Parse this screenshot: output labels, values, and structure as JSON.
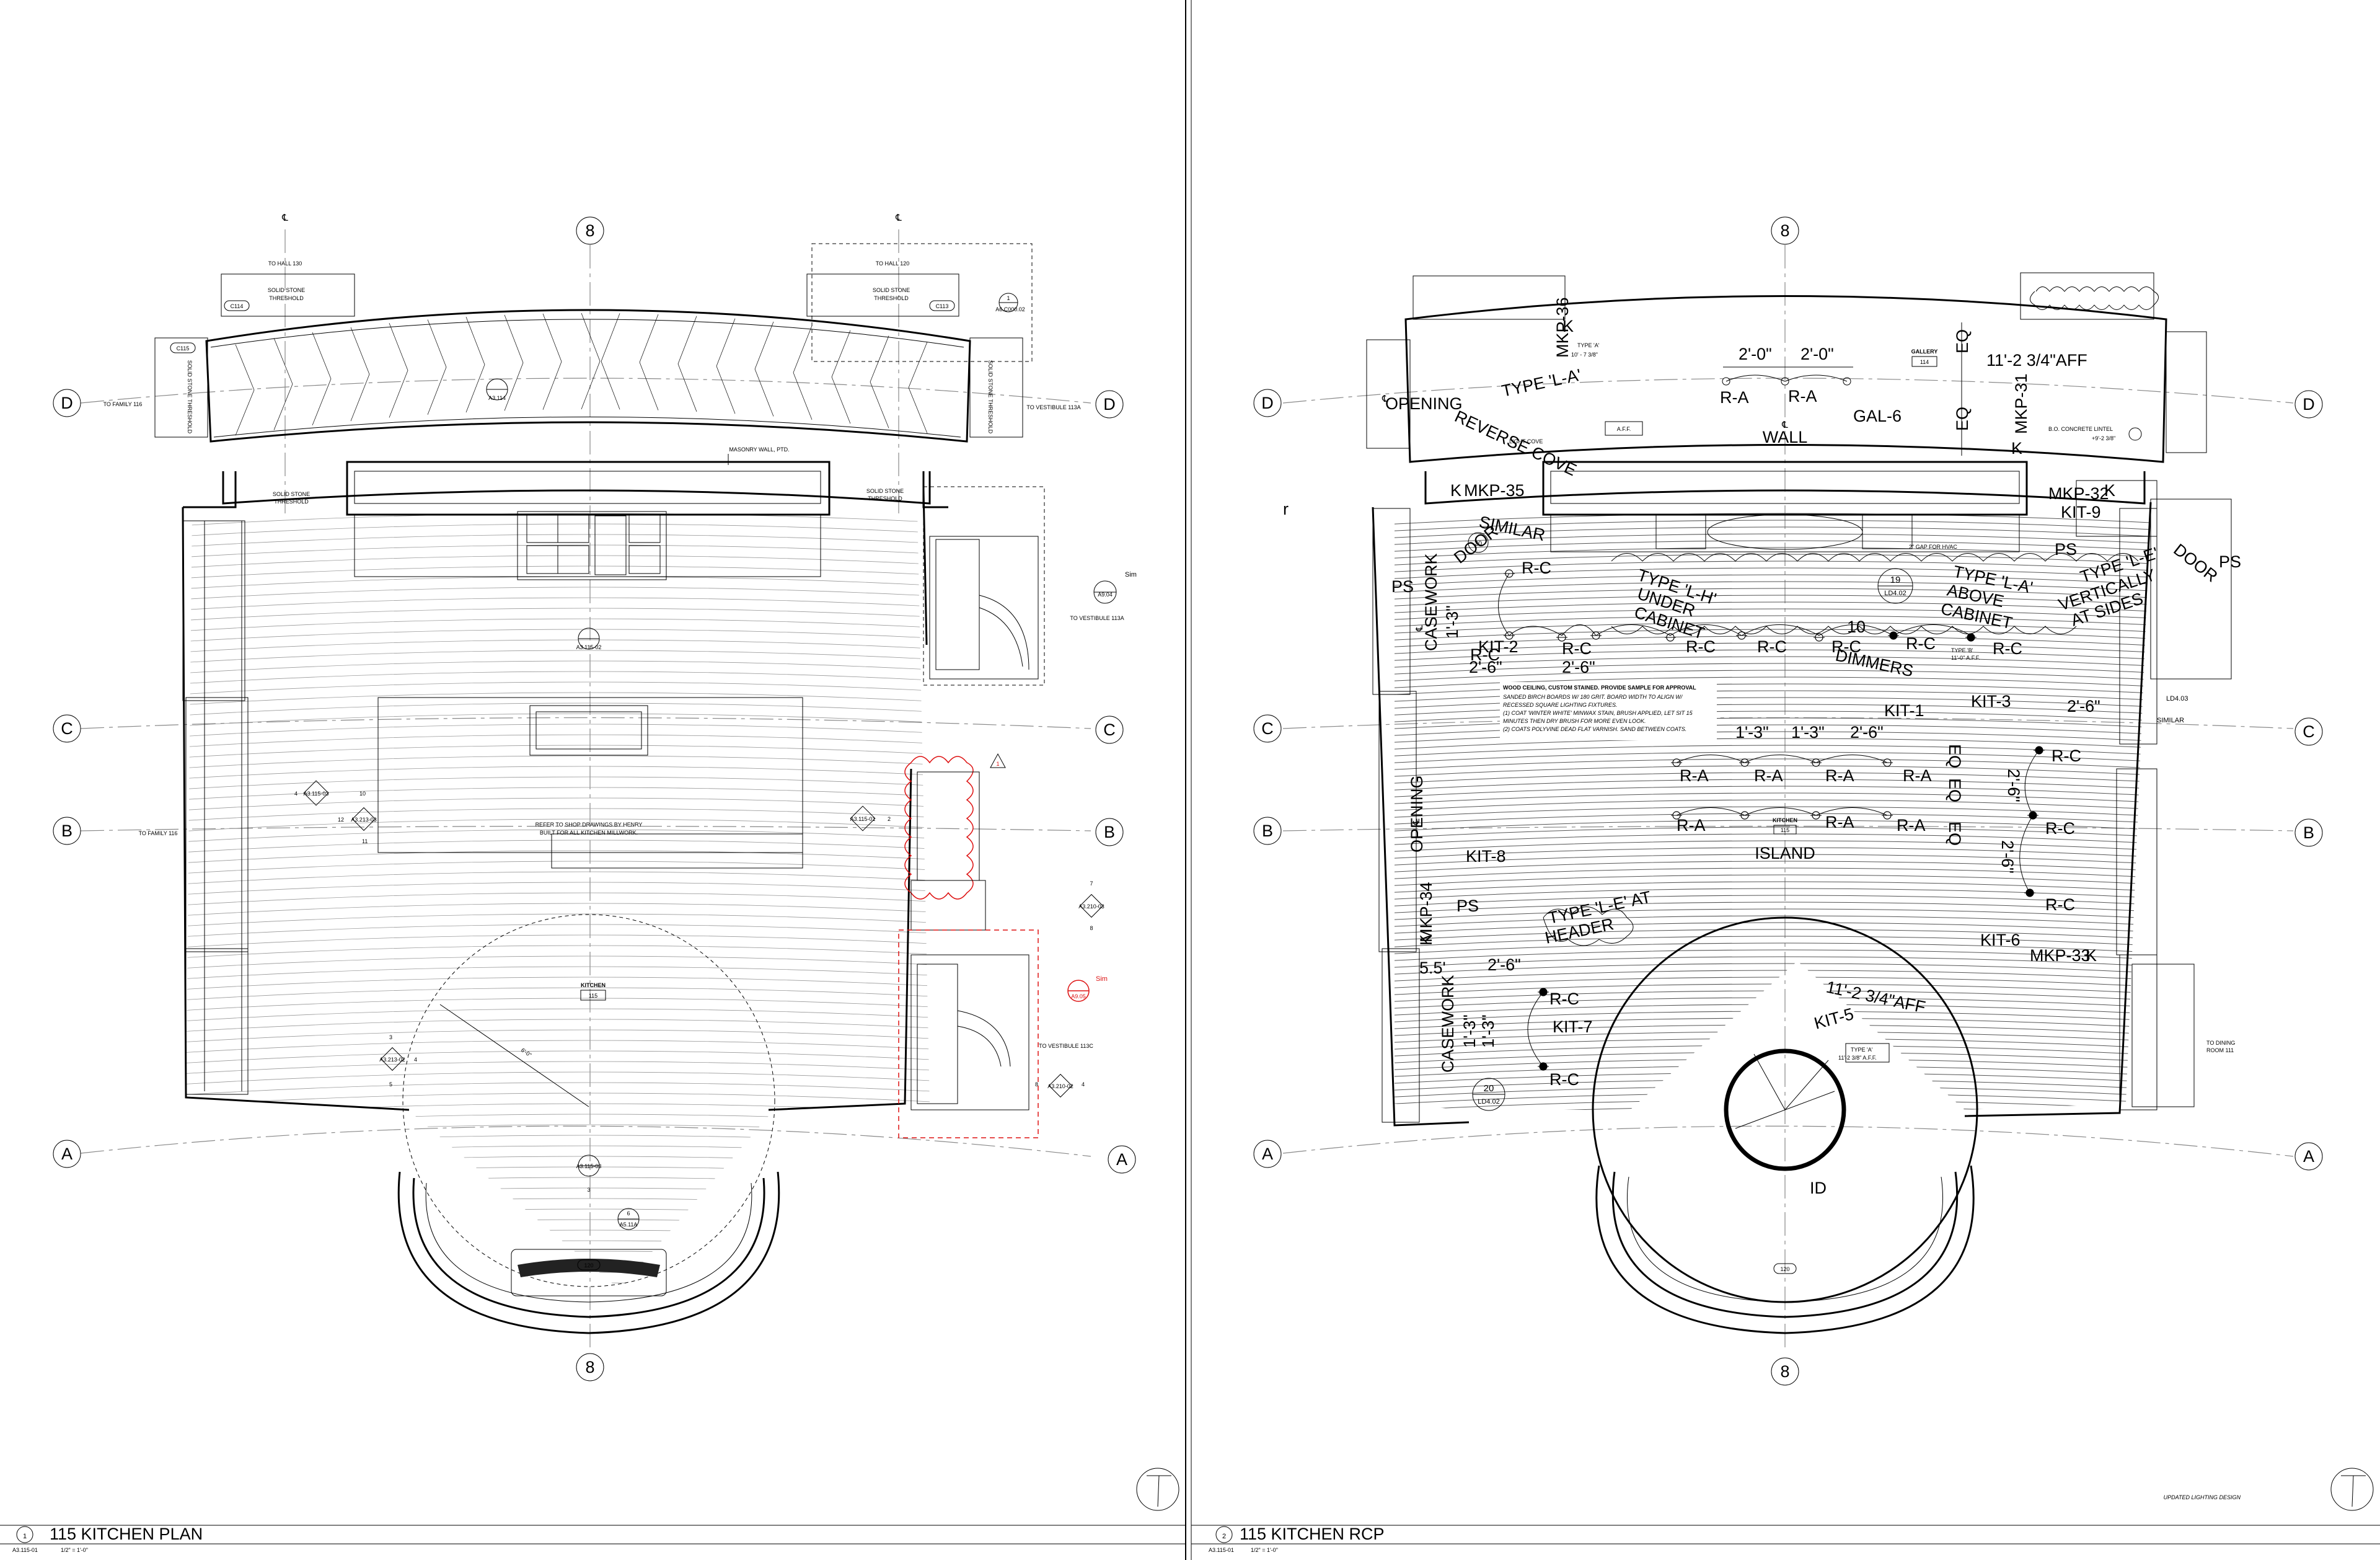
{
  "sheets": [
    {
      "number": "1",
      "title": "115 KITCHEN PLAN",
      "ref": "A3.115-01",
      "scale": "1/2\" = 1'-0\""
    },
    {
      "number": "2",
      "title": "115 KITCHEN RCP",
      "ref": "A3.115-01",
      "scale": "1/2\" = 1'-0\""
    }
  ],
  "grid_labels": {
    "eight": "8",
    "d": "D",
    "c": "C",
    "b": "B",
    "a": "A"
  },
  "plan": {
    "cl": "℄",
    "to_hall_130": "TO HALL 130",
    "to_hall_120": "TO HALL 120",
    "solid_stone": "SOLID STONE",
    "threshold": "THRESHOLD",
    "tag_c114": "C114",
    "tag_c113": "C113",
    "tag_c115": "C115",
    "to_family_116": "TO FAMILY 116",
    "to_vestibule_113a": "TO VESTIBULE 113A",
    "to_vestibule_113c": "TO VESTIBULE 113C",
    "solid_stone_threshold": "SOLID STONE THRESHOLD",
    "masonry_wall": "MASONRY WALL, PTD.",
    "ref_a3114": "A3.114",
    "ref_a3115_02": "A3.115-02",
    "ref_a3115_03": "A3.115-03",
    "ref_a3213_03": "A3.213-03",
    "ref_a3213_02": "A3.213-02",
    "ref_a3210_03": "A3.210-03",
    "ref_a3210_02": "A3.210-02",
    "ref_a3115_01": "A3.115-01",
    "ref_a904": "A9.04",
    "ref_a905": "A9.05",
    "ref_a511a": "A5.11A",
    "ref_a6c00002": "A6.C000.02",
    "sim": "Sim",
    "n1": "1",
    "n2": "2",
    "n3": "3",
    "n4": "4",
    "n5": "5",
    "n6": "6",
    "n7": "7",
    "n8": "8",
    "n10": "10",
    "n11": "11",
    "n12": "12",
    "delta": "1",
    "note_shop_1": "REFER TO SHOP DRAWINGS BY HENRY",
    "note_shop_2": "BUILT FOR ALL KITCHEN MILLWORK.",
    "kitchen": "KITCHEN",
    "room_115": "115",
    "room_120": "120",
    "dim_radius": "6'-0\""
  },
  "rcp": {
    "opening": "OPENING",
    "type_la_reverse_1": "TYPE 'L-A'",
    "type_la_reverse_2": "REVERSE COVE",
    "light_cove": "LIGHT COVE",
    "aff": "A.F.F.",
    "type_a_small": "TYPE 'A'",
    "type_a_height": "10' - 7 3/8\"",
    "mkp36": "MKP-36",
    "mkp35": "MKP-35",
    "mkp34": "MKP-34",
    "mkp33": "MKP-33",
    "mkp32": "MKP-32",
    "mkp31": "MKP-31",
    "similar": "SIMILAR",
    "k": "K",
    "gallery": "GALLERY",
    "room_114": "114",
    "height_1": "11'-2 3/4\"AFF",
    "height_2": "11'-2 3/4\"AFF",
    "dim_20": "2'-0\"",
    "dim_26": "2'-6\"",
    "dim_13": "1'-3\"",
    "dim_55": "5.5'",
    "ra": "R-A",
    "rc": "R-C",
    "gal6": "GAL-6",
    "eq": "EQ",
    "wall": "WALL",
    "b_o_lintel": "B.O. CONCRETE LINTEL",
    "lintel_height": "+9'-2 3/8\"",
    "kit9": "KIT-9",
    "kit2": "KIT-2",
    "kit1": "KIT-1",
    "kit3": "KIT-3",
    "kit8": "KIT-8",
    "kit7": "KIT-7",
    "kit6": "KIT-6",
    "kit5": "KIT-5",
    "ps": "PS",
    "casework": "CASEWORK",
    "door": "DOOR",
    "type_lh_1": "TYPE 'L-H'",
    "type_lh_2": "UNDER",
    "type_lh_3": "CABINET",
    "type_la_above_1": "TYPE 'L-A'",
    "type_la_above_2": "ABOVE",
    "type_la_above_3": "CABINET",
    "type_le_1": "TYPE 'L-E'",
    "type_le_2": "VERTICALLY",
    "type_le_3": "AT SIDES",
    "type_le_header_1": "TYPE 'L-E' AT",
    "type_le_header_2": "HEADER",
    "dimmers_1": "10",
    "dimmers_2": "DIMMERS",
    "tag_19": "19",
    "tag_ld402": "LD4.02",
    "tag_ld403": "LD4.03",
    "tag_20": "20",
    "gap_note": "2\" GAP FOR HVAC",
    "type_b": "TYPE 'B'",
    "type_b_h": "11'-0\" A.F.F.",
    "island": "ISLAND",
    "kitchen": "KITCHEN",
    "room_115": "115",
    "room_120": "120",
    "id": "ID",
    "type_a_2": "TYPE 'A'",
    "type_a_2_h": "11'-2 3/8\" A.F.F.",
    "to_dining_1": "TO DINING",
    "to_dining_2": "ROOM 111",
    "wood_ceiling": "WOOD CEILING, CUSTOM STAINED. PROVIDE SAMPLE FOR APPROVAL",
    "wood_1": "SANDED BIRCH BOARDS W/ 180 GRIT. BOARD WIDTH TO ALIGN W/",
    "wood_2": "RECESSED SQUARE LIGHTING FIXTURES.",
    "wood_3": "(1) COAT 'WINTER WHITE' MINWAX STAIN, BRUSH APPLIED, LET SIT 15",
    "wood_4": "MINUTES THEN DRY BRUSH FOR MORE EVEN LOOK.",
    "wood_5": "(2) COATS POLYVINE DEAD FLAT VARNISH. SAND BETWEEN COATS.",
    "updated": "UPDATED LIGHTING DESIGN",
    "stray": "r"
  }
}
